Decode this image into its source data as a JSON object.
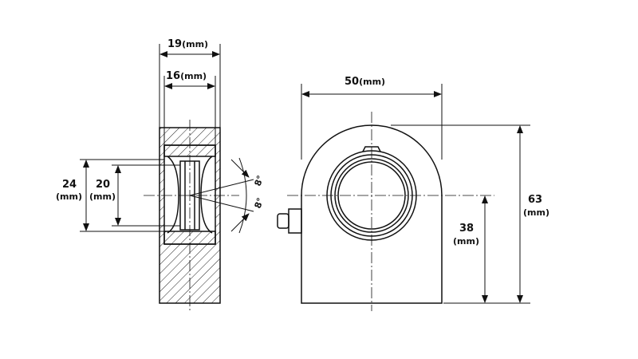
{
  "dimensions": {
    "width_outer": {
      "value": "19",
      "unit": "(mm)"
    },
    "width_inner": {
      "value": "16",
      "unit": "(mm)"
    },
    "bore_outer": {
      "value": "24",
      "unit": "(mm)"
    },
    "bore_inner": {
      "value": "20",
      "unit": "(mm)"
    },
    "body_width": {
      "value": "50",
      "unit": "(mm)"
    },
    "total_height": {
      "value": "63",
      "unit": "(mm)"
    },
    "center_height": {
      "value": "38",
      "unit": "(mm)"
    },
    "tilt_angle_top": "8°",
    "tilt_angle_bottom": "8°"
  },
  "colors": {
    "line": "#111111",
    "background": "#ffffff"
  }
}
